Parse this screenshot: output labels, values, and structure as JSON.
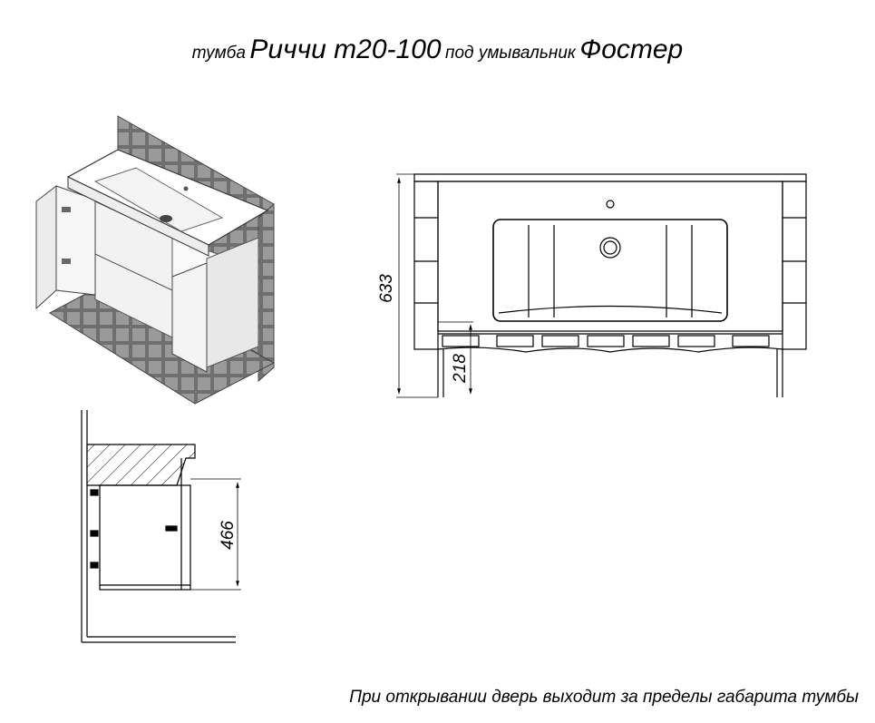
{
  "title": {
    "prefix": "тумба",
    "model": "Риччи т20-100",
    "middle": "под умывальник",
    "sink": "Фостер"
  },
  "dimensions": {
    "height": "633",
    "leg_height": "218",
    "cabinet_height": "466"
  },
  "note": "При открывании дверь выходит за пределы габарита тумбы"
}
